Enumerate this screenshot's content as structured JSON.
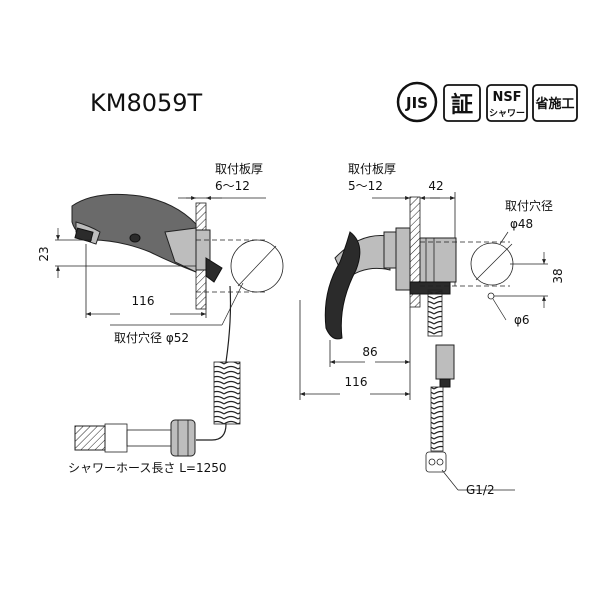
{
  "model": "KM8059T",
  "badges": {
    "jis": "JIS",
    "sho": "証",
    "nsf_top": "NSF",
    "nsf_bottom": "シャワー",
    "shosekou": "省施工"
  },
  "left_view": {
    "plate_label": "取付板厚",
    "plate_value": "6～12",
    "dim_height": "23",
    "dim_length": "116",
    "hole_label": "取付穴径 φ52",
    "hose_label": "シャワーホース長さ L=1250"
  },
  "right_view": {
    "plate_label": "取付板厚",
    "plate_value": "5～12",
    "dim_42": "42",
    "hole_label": "取付穴径",
    "hole_value": "φ48",
    "dim_38": "38",
    "dim_phi6": "φ6",
    "dim_86": "86",
    "dim_116": "116",
    "thread": "G1/2"
  }
}
